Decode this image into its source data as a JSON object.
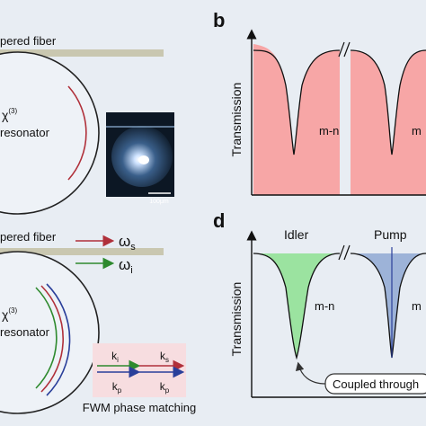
{
  "panels": {
    "b": {
      "letter": "b",
      "ylabel": "Transmission",
      "dip1_label": "m-n",
      "dip2_label": "m"
    },
    "d": {
      "letter": "d",
      "ylabel": "Transmission",
      "dip1_label": "m-n",
      "dip2_label": "m",
      "idler_label": "Idler",
      "pump_label": "Pump",
      "callout": "Coupled through"
    }
  },
  "left_top": {
    "fiber_label": "pered fiber",
    "chi_label": "χ",
    "chi_superscript": "(3)",
    "resonator_label": "resonator",
    "scale_bar_label": "100μm"
  },
  "left_bottom": {
    "fiber_label": "pered fiber",
    "chi_label": "χ",
    "chi_superscript": "(3)",
    "resonator_label": "resonator",
    "omega_s": "ω",
    "omega_s_sub": "s",
    "omega_i": "ω",
    "omega_i_sub": "i"
  },
  "phase_matching": {
    "k_i": "k",
    "k_i_sub": "i",
    "k_s": "k",
    "k_s_sub": "s",
    "k_p_left": "k",
    "k_p_left_sub": "p",
    "k_p_right": "k",
    "k_p_right_sub": "p",
    "caption": "FWM phase matching"
  },
  "colors": {
    "background": "#e8edf3",
    "fiber": "#c9c7b0",
    "red": "#b0303a",
    "green": "#2e8a2e",
    "blue": "#2a3f9a",
    "pink_fill": "#f7a6a6",
    "green_fill": "#9be3a0",
    "blue_fill": "#9db3d8",
    "phase_box": "#f7dde0"
  }
}
